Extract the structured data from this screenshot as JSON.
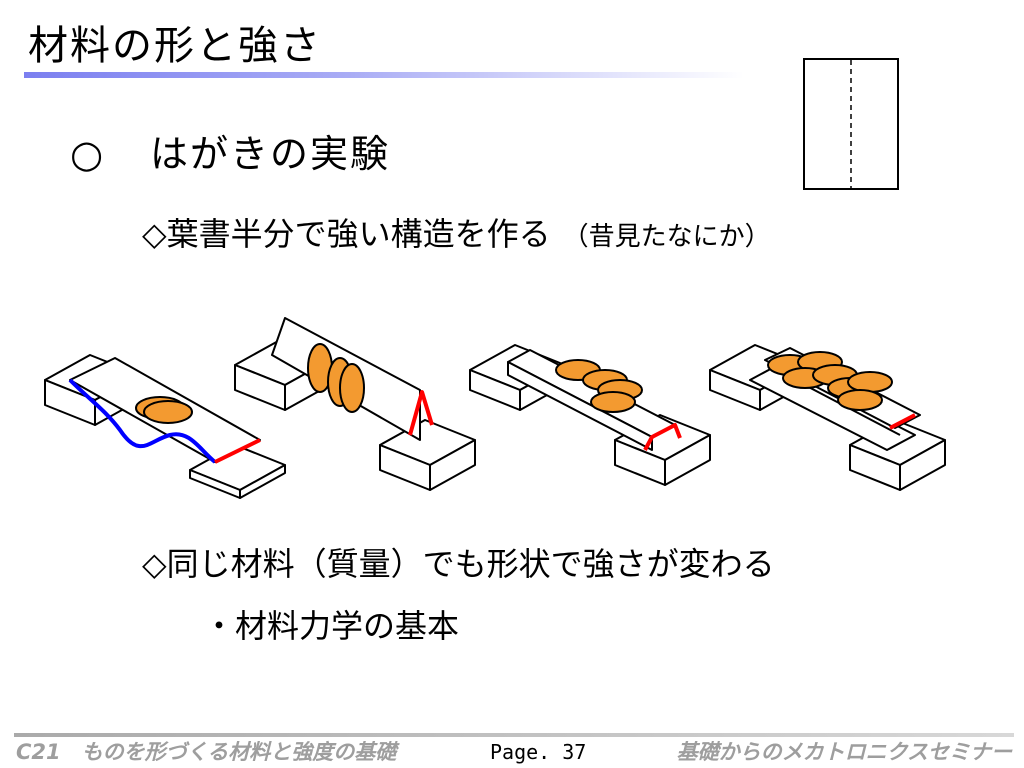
{
  "slide": {
    "title": "材料の形と強さ",
    "heading_marker": "○",
    "heading": "はがきの実験",
    "sub1": "◇葉書半分で強い構造を作る",
    "sub1_note": "（昔見たなにか）",
    "sub2": "◇同じ材料（質量）でも形状で強さが変わる",
    "bullet": "・材料力学の基本"
  },
  "footer": {
    "left": "C21　ものを形づくる材料と強度の基礎",
    "page": "Page. 37",
    "right": "基礎からのメカトロニクスセミナー"
  },
  "colors": {
    "title_underline": "#7b7ff0",
    "coin_fill": "#f39a30",
    "profile_red": "#ff0000",
    "profile_blue": "#0000ff",
    "footer_text": "#9e9e9e"
  },
  "icons": {
    "postcard": "postcard-fold-icon",
    "diagrams": [
      "flat-card-bridge",
      "tilted-card-bridge",
      "folded-channel-bridge",
      "i-beam-bridge"
    ]
  }
}
